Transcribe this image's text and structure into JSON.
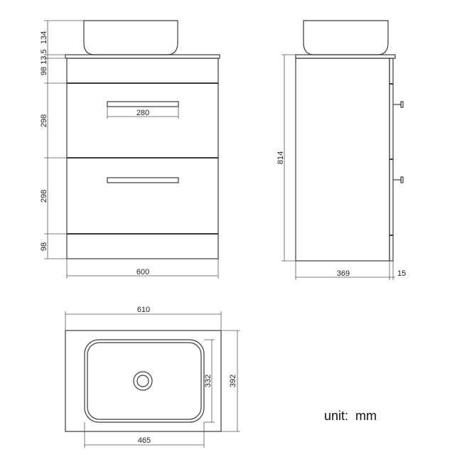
{
  "front_view": {
    "dims": {
      "basin_height": "134",
      "top_thickness": "13.5",
      "top_rail": "98",
      "drawer_upper": "298",
      "drawer_lower": "298",
      "plinth": "98",
      "handle_width": "280",
      "width": "600"
    }
  },
  "side_view": {
    "dims": {
      "total_height": "814",
      "depth": "369",
      "door_thickness": "15"
    }
  },
  "top_view": {
    "dims": {
      "outer_width": "610",
      "outer_depth": "392",
      "bowl_depth": "332",
      "bowl_width": "465"
    }
  },
  "unit_label": "unit:  mm"
}
